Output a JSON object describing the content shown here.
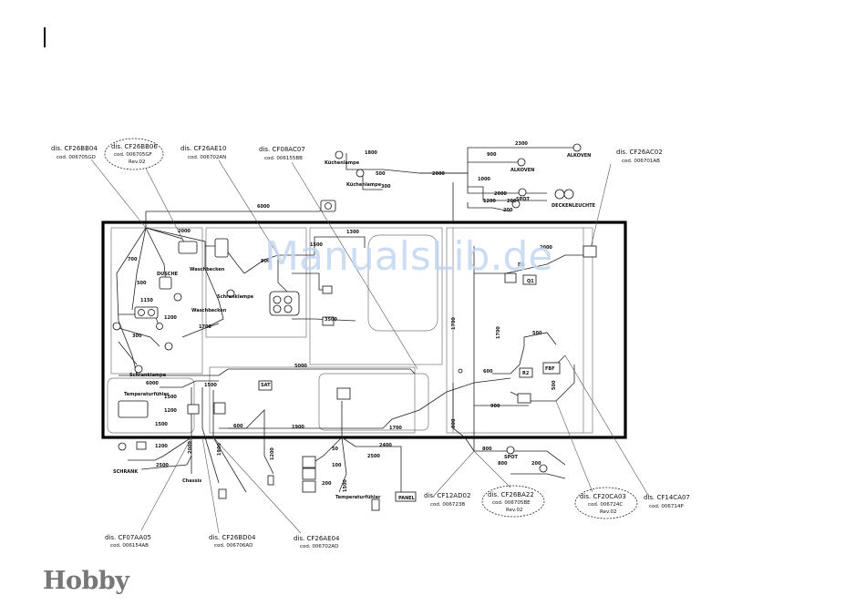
{
  "labels": {
    "cf26bb04": {
      "dis": "dis. CF26BB04",
      "cod": "cod. 006705GD"
    },
    "cf26bb06": {
      "dis": "dis. CF26BB06",
      "cod": "cod. 006705GF",
      "rev": "Rev.02"
    },
    "cf26ae10": {
      "dis": "dis. CF26AE10",
      "cod": "cod. 006702AN"
    },
    "cf08ac07": {
      "dis": "dis. CF08AC07",
      "cod": "cod. 006155BB"
    },
    "cf26ac02": {
      "dis": "dis. CF26AC02",
      "cod": "cod. 006701AB"
    },
    "cf07aa05": {
      "dis": "dis. CF07AA05",
      "cod": "cod. 006154AB"
    },
    "cf26bd04": {
      "dis": "dis. CF26BD04",
      "cod": "cod. 006706AD"
    },
    "cf26ae04": {
      "dis": "dis. CF26AE04",
      "cod": "cod. 006702AD"
    },
    "cf12ad02": {
      "dis": "dis. CF12AD02",
      "cod": "cod. 006723B"
    },
    "cf26ba22": {
      "dis": "dis. CF26BA22",
      "cod": "cod. 006705BE",
      "rev": "Rev.02"
    },
    "cf20ca03": {
      "dis": "dis. CF20CA03",
      "cod": "cod. 006724C",
      "rev": "Rev.02"
    },
    "cf14ca07": {
      "dis": "dis. CF14CA07",
      "cod": "cod. 006714P"
    }
  },
  "devices": {
    "alkoven_top": "ALKOVEN",
    "alkoven_mid": "ALKOVEN",
    "kuechenlampe": "Küchenlampe",
    "kuechenlampe2": "Küchenlampe",
    "spot_top": "SPOT",
    "spot_bottom": "SPOT",
    "deckenleuchte": "DECKENLEUCHTE",
    "dusche": "DUSCHE",
    "waschbecken": "Waschbecken",
    "waschbecken2": "Waschbecken",
    "schranklampe": "Schranklampe",
    "schranklampe2": "Schranklampe",
    "schrank": "SCHRANK",
    "chassis": "Chassis",
    "panel": "PANEL",
    "temperaturfuehler": "Temperaturfühler",
    "sat": "SAT",
    "ds1": "DS",
    "q1": "Q1",
    "r2": "R2",
    "fbf": "FBF"
  },
  "lengths": {
    "l2300": "2300",
    "l900": "900",
    "l1800": "1800",
    "l500a": "500",
    "l300a": "300",
    "l2000a": "2000",
    "l1000": "1000",
    "l2000b": "2000",
    "l1200a": "1200",
    "l200a": "200",
    "l6000": "6000",
    "l2000c": "2000",
    "l1300": "1300",
    "l1500a": "1500",
    "l900b": "900",
    "l2000d": "2000",
    "l700": "700",
    "l1150": "1150",
    "l3500": "3500",
    "l1700a": "1700",
    "l500b": "500",
    "l1200b": "1200",
    "l300b": "300",
    "l6000b": "6000",
    "l5000": "5000",
    "l1500b": "1500",
    "l600a": "600",
    "l1500c": "1500",
    "l1200c": "1200",
    "l1900": "1900",
    "l1700b": "1700",
    "l1200d": "1200",
    "l600b": "600",
    "l800a": "800",
    "l900c": "900",
    "l1900b": "1900",
    "l2500a": "2500",
    "l2000e": "2000",
    "l1200e": "1200",
    "l1500d": "1500",
    "l2400": "2400",
    "l2500b": "2500",
    "l50": "50",
    "l100": "100",
    "l200b": "200",
    "l1700c": "1700",
    "l500c": "500",
    "l800b": "800",
    "l1700d": "1700",
    "l500d": "500",
    "l1500e": "1500",
    "l800c": "800",
    "l200c": "200",
    "l200d": "200"
  },
  "watermark": "ManualsLib.de",
  "brand": "Hobby"
}
